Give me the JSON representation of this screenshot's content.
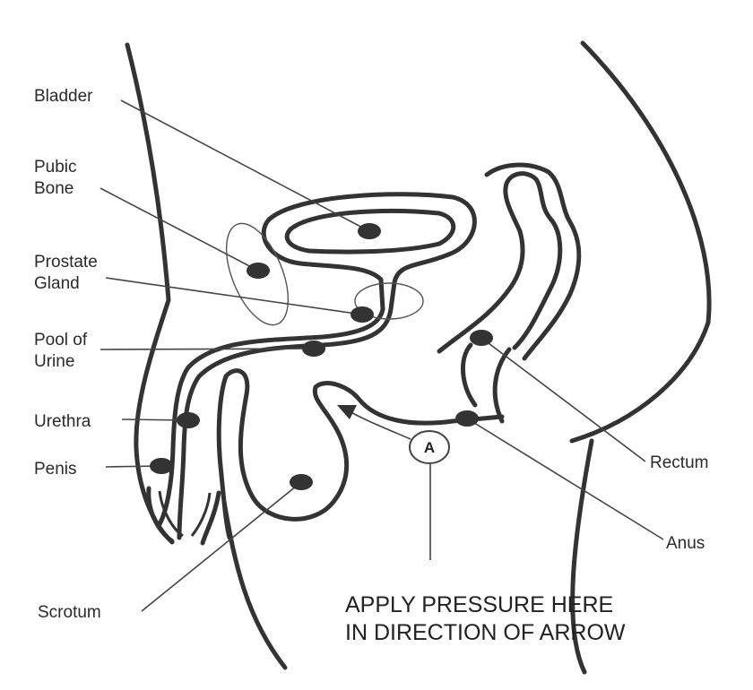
{
  "labels": {
    "bladder": "Bladder",
    "pubic_bone_line1": "Pubic",
    "pubic_bone_line2": "Bone",
    "prostate_line1": "Prostate",
    "prostate_line2": "Gland",
    "pool_line1": "Pool of",
    "pool_line2": "Urine",
    "urethra": "Urethra",
    "penis": "Penis",
    "scrotum": "Scrotum",
    "rectum": "Rectum",
    "anus": "Anus"
  },
  "marker": {
    "letter": "A"
  },
  "instruction": {
    "line1": "APPLY PRESSURE HERE",
    "line2": "IN DIRECTION OF ARROW"
  }
}
